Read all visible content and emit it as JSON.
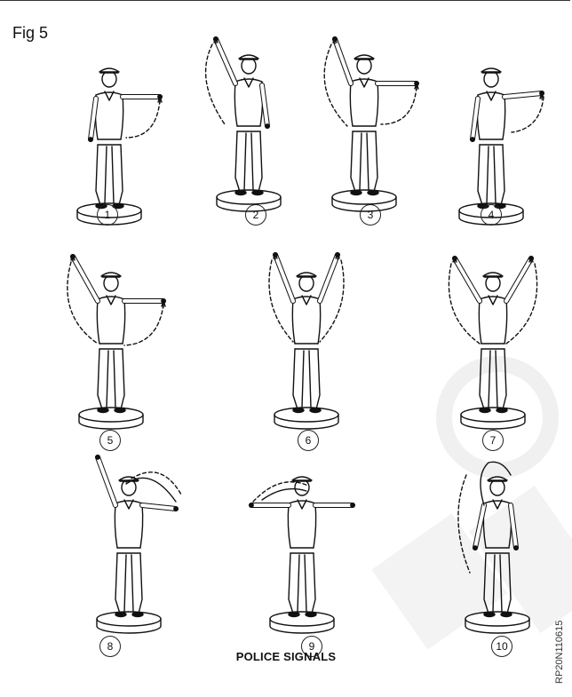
{
  "figure": {
    "label": "Fig 5",
    "caption": "POLICE SIGNALS",
    "code": "RP20N110615"
  },
  "signals": [
    {
      "number": "1"
    },
    {
      "number": "2"
    },
    {
      "number": "3"
    },
    {
      "number": "4"
    },
    {
      "number": "5"
    },
    {
      "number": "6"
    },
    {
      "number": "7"
    },
    {
      "number": "8"
    },
    {
      "number": "9"
    },
    {
      "number": "10"
    }
  ],
  "colors": {
    "line": "#111111",
    "watermark": "#f2f2f2"
  }
}
